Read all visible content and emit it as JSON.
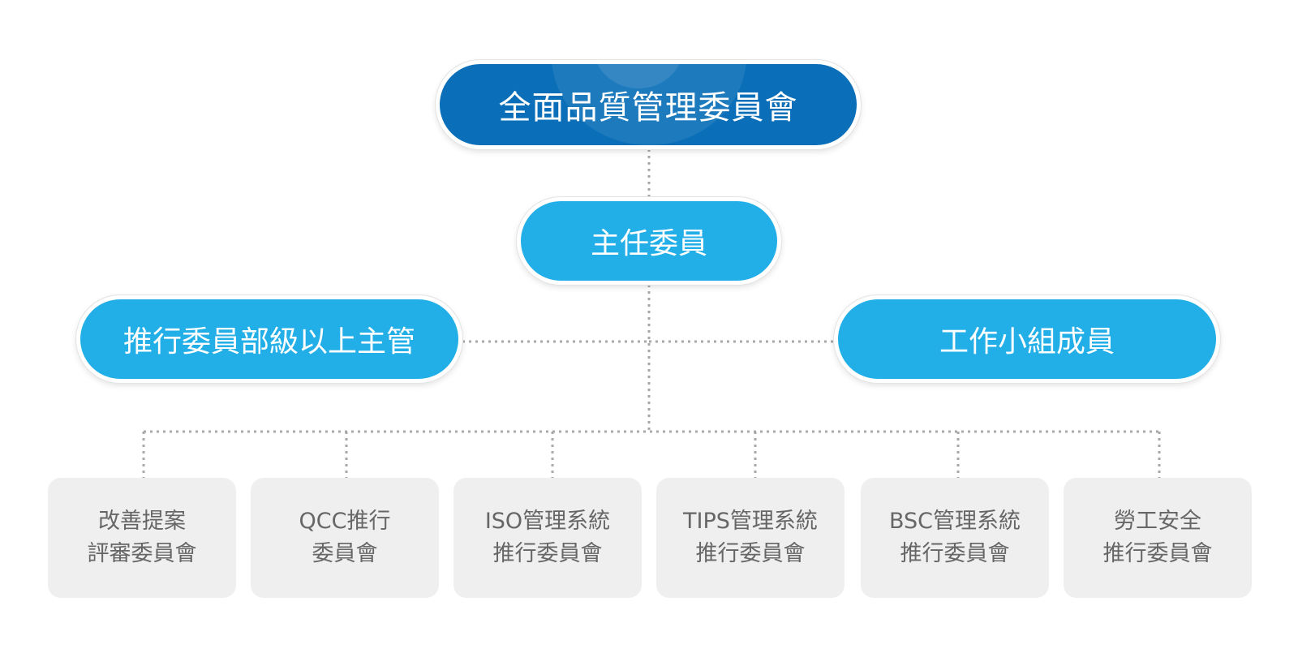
{
  "top": {
    "label": "全面品質管理委員會"
  },
  "chair": {
    "label": "主任委員"
  },
  "left_group": {
    "label": "推行委員部級以上主管"
  },
  "right_group": {
    "label": "工作小組成員"
  },
  "committees": [
    {
      "line1": "改善提案",
      "line2": "評審委員會"
    },
    {
      "line1": "QCC推行",
      "line2": "委員會"
    },
    {
      "line1": "ISO管理系統",
      "line2": "推行委員會"
    },
    {
      "line1": "TIPS管理系統",
      "line2": "推行委員會"
    },
    {
      "line1": "BSC管理系統",
      "line2": "推行委員會"
    },
    {
      "line1": "勞工安全",
      "line2": "推行委員會"
    }
  ],
  "colors": {
    "primary_dark": "#0a6fb8",
    "primary_light": "#22afe8",
    "box_bg": "#efefef",
    "box_text": "#666666",
    "connector": "#a8a8a8"
  }
}
